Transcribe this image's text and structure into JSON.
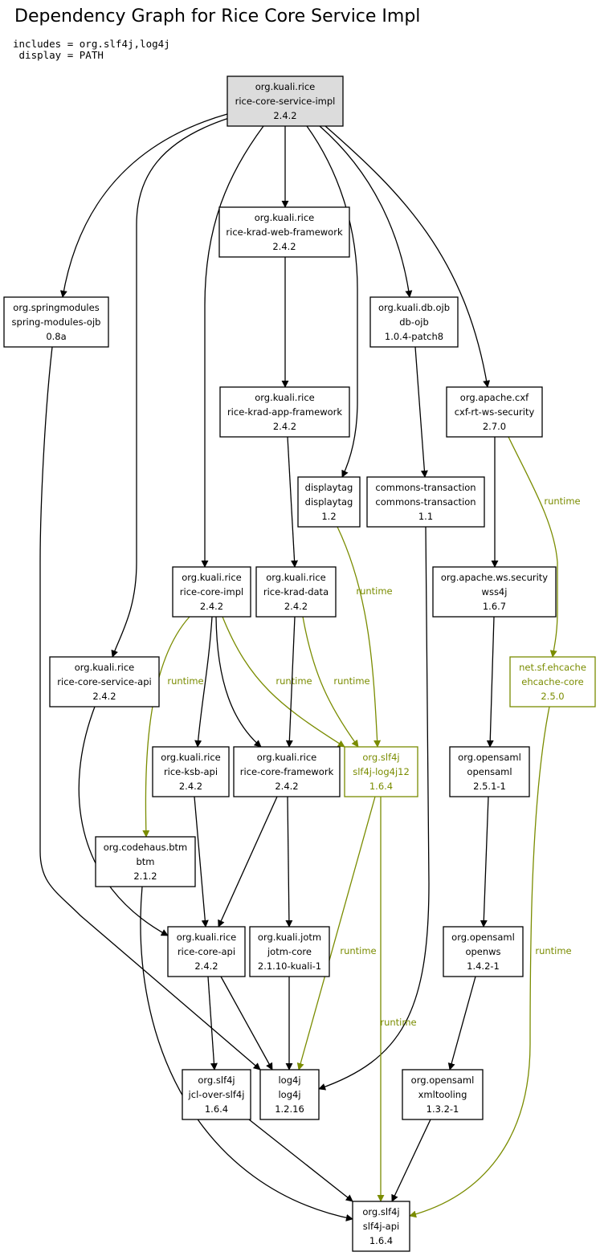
{
  "title": "Dependency Graph for Rice Core Service Impl",
  "params": {
    "includes": "includes = org.slf4j,log4j",
    "display": " display = PATH"
  },
  "colors": {
    "compile": "#000000",
    "runtime": "#7a8c00",
    "root_fill": "#dcdcdc"
  },
  "nodes": [
    {
      "id": "root",
      "group": "org.kuali.rice",
      "artifact": "rice-core-service-impl",
      "version": "2.4.2",
      "scope": "root"
    },
    {
      "id": "krad-web",
      "group": "org.kuali.rice",
      "artifact": "rice-krad-web-framework",
      "version": "2.4.2",
      "scope": "compile"
    },
    {
      "id": "spring-ojb",
      "group": "org.springmodules",
      "artifact": "spring-modules-ojb",
      "version": "0.8a",
      "scope": "compile"
    },
    {
      "id": "db-ojb",
      "group": "org.kuali.db.ojb",
      "artifact": "db-ojb",
      "version": "1.0.4-patch8",
      "scope": "compile"
    },
    {
      "id": "krad-app",
      "group": "org.kuali.rice",
      "artifact": "rice-krad-app-framework",
      "version": "2.4.2",
      "scope": "compile"
    },
    {
      "id": "cxf-ws",
      "group": "org.apache.cxf",
      "artifact": "cxf-rt-ws-security",
      "version": "2.7.0",
      "scope": "compile"
    },
    {
      "id": "displaytag",
      "group": "displaytag",
      "artifact": "displaytag",
      "version": "1.2",
      "scope": "compile"
    },
    {
      "id": "commons-tx",
      "group": "commons-transaction",
      "artifact": "commons-transaction",
      "version": "1.1",
      "scope": "compile"
    },
    {
      "id": "core-impl",
      "group": "org.kuali.rice",
      "artifact": "rice-core-impl",
      "version": "2.4.2",
      "scope": "compile"
    },
    {
      "id": "krad-data",
      "group": "org.kuali.rice",
      "artifact": "rice-krad-data",
      "version": "2.4.2",
      "scope": "compile"
    },
    {
      "id": "wss4j",
      "group": "org.apache.ws.security",
      "artifact": "wss4j",
      "version": "1.6.7",
      "scope": "compile"
    },
    {
      "id": "core-service-api",
      "group": "org.kuali.rice",
      "artifact": "rice-core-service-api",
      "version": "2.4.2",
      "scope": "compile"
    },
    {
      "id": "ehcache",
      "group": "net.sf.ehcache",
      "artifact": "ehcache-core",
      "version": "2.5.0",
      "scope": "runtime"
    },
    {
      "id": "ksb-api",
      "group": "org.kuali.rice",
      "artifact": "rice-ksb-api",
      "version": "2.4.2",
      "scope": "compile"
    },
    {
      "id": "core-fw",
      "group": "org.kuali.rice",
      "artifact": "rice-core-framework",
      "version": "2.4.2",
      "scope": "compile"
    },
    {
      "id": "slf4j-log4j",
      "group": "org.slf4j",
      "artifact": "slf4j-log4j12",
      "version": "1.6.4",
      "scope": "runtime"
    },
    {
      "id": "opensaml",
      "group": "org.opensaml",
      "artifact": "opensaml",
      "version": "2.5.1-1",
      "scope": "compile"
    },
    {
      "id": "btm",
      "group": "org.codehaus.btm",
      "artifact": "btm",
      "version": "2.1.2",
      "scope": "compile"
    },
    {
      "id": "core-api",
      "group": "org.kuali.rice",
      "artifact": "rice-core-api",
      "version": "2.4.2",
      "scope": "compile"
    },
    {
      "id": "jotm",
      "group": "org.kuali.jotm",
      "artifact": "jotm-core",
      "version": "2.1.10-kuali-1",
      "scope": "compile"
    },
    {
      "id": "openws",
      "group": "org.opensaml",
      "artifact": "openws",
      "version": "1.4.2-1",
      "scope": "compile"
    },
    {
      "id": "jcl",
      "group": "org.slf4j",
      "artifact": "jcl-over-slf4j",
      "version": "1.6.4",
      "scope": "compile"
    },
    {
      "id": "log4j",
      "group": "log4j",
      "artifact": "log4j",
      "version": "1.2.16",
      "scope": "compile"
    },
    {
      "id": "xmltooling",
      "group": "org.opensaml",
      "artifact": "xmltooling",
      "version": "1.3.2-1",
      "scope": "compile"
    },
    {
      "id": "slf4j-api",
      "group": "org.slf4j",
      "artifact": "slf4j-api",
      "version": "1.6.4",
      "scope": "compile"
    }
  ],
  "edges": [
    {
      "from": "root",
      "to": "spring-ojb",
      "scope": "compile"
    },
    {
      "from": "root",
      "to": "core-service-api",
      "scope": "compile"
    },
    {
      "from": "root",
      "to": "core-impl",
      "scope": "compile"
    },
    {
      "from": "root",
      "to": "krad-web",
      "scope": "compile"
    },
    {
      "from": "root",
      "to": "displaytag",
      "scope": "compile"
    },
    {
      "from": "root",
      "to": "db-ojb",
      "scope": "compile"
    },
    {
      "from": "root",
      "to": "cxf-ws",
      "scope": "compile"
    },
    {
      "from": "krad-web",
      "to": "krad-app",
      "scope": "compile"
    },
    {
      "from": "krad-app",
      "to": "krad-data",
      "scope": "compile"
    },
    {
      "from": "db-ojb",
      "to": "commons-tx",
      "scope": "compile"
    },
    {
      "from": "cxf-ws",
      "to": "wss4j",
      "scope": "compile"
    },
    {
      "from": "cxf-ws",
      "to": "ehcache",
      "scope": "runtime",
      "label": "runtime"
    },
    {
      "from": "displaytag",
      "to": "slf4j-log4j",
      "scope": "runtime",
      "label": "runtime"
    },
    {
      "from": "core-impl",
      "to": "btm",
      "scope": "runtime",
      "label": "runtime"
    },
    {
      "from": "core-impl",
      "to": "ksb-api",
      "scope": "compile"
    },
    {
      "from": "core-impl",
      "to": "core-fw",
      "scope": "compile"
    },
    {
      "from": "core-impl",
      "to": "slf4j-log4j",
      "scope": "runtime",
      "label": "runtime"
    },
    {
      "from": "krad-data",
      "to": "core-fw",
      "scope": "compile"
    },
    {
      "from": "krad-data",
      "to": "slf4j-log4j",
      "scope": "runtime",
      "label": "runtime"
    },
    {
      "from": "wss4j",
      "to": "opensaml",
      "scope": "compile"
    },
    {
      "from": "core-service-api",
      "to": "core-api",
      "scope": "compile"
    },
    {
      "from": "spring-ojb",
      "to": "log4j",
      "scope": "compile"
    },
    {
      "from": "commons-tx",
      "to": "log4j",
      "scope": "compile"
    },
    {
      "from": "ehcache",
      "to": "slf4j-api",
      "scope": "runtime",
      "label": "runtime"
    },
    {
      "from": "ksb-api",
      "to": "core-api",
      "scope": "compile"
    },
    {
      "from": "core-fw",
      "to": "core-api",
      "scope": "compile"
    },
    {
      "from": "core-fw",
      "to": "jotm",
      "scope": "compile"
    },
    {
      "from": "slf4j-log4j",
      "to": "log4j",
      "scope": "runtime",
      "label": "runtime"
    },
    {
      "from": "slf4j-log4j",
      "to": "slf4j-api",
      "scope": "runtime",
      "label": "runtime"
    },
    {
      "from": "opensaml",
      "to": "openws",
      "scope": "compile"
    },
    {
      "from": "btm",
      "to": "slf4j-api",
      "scope": "compile"
    },
    {
      "from": "core-api",
      "to": "jcl",
      "scope": "compile"
    },
    {
      "from": "core-api",
      "to": "log4j",
      "scope": "compile"
    },
    {
      "from": "jotm",
      "to": "log4j",
      "scope": "compile"
    },
    {
      "from": "openws",
      "to": "xmltooling",
      "scope": "compile"
    },
    {
      "from": "jcl",
      "to": "slf4j-api",
      "scope": "compile"
    },
    {
      "from": "xmltooling",
      "to": "slf4j-api",
      "scope": "compile"
    }
  ]
}
